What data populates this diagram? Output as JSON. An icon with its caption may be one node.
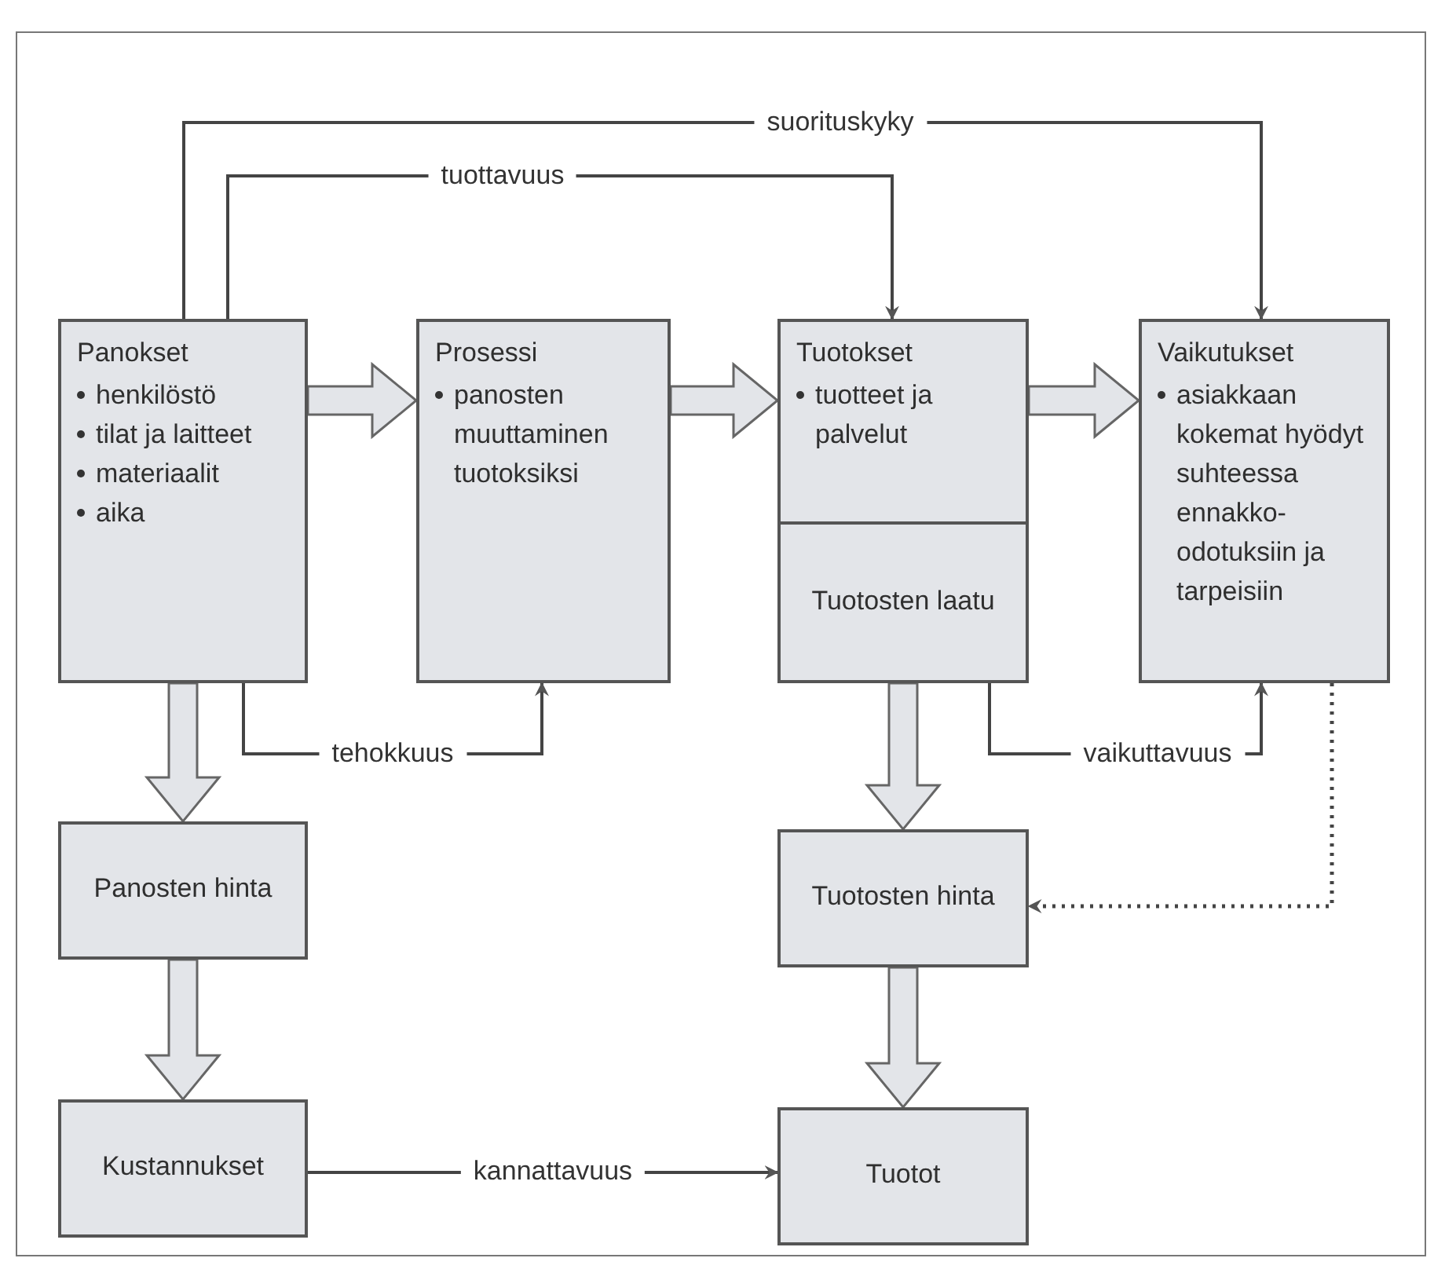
{
  "diagram": {
    "nodes": [
      {
        "text": [
          "Panokset",
          "henkilöstö",
          "tilat ja laitteet",
          "materiaalit",
          "aika"
        ]
      },
      {
        "text": [
          "Prosessi",
          "panosten muuttaminen tuotoksiksi"
        ]
      },
      {
        "text": [
          "Tuotokset",
          "tuotteet ja palvelut"
        ]
      },
      {
        "text": [
          "Tuotosten laatu"
        ]
      },
      {
        "text": [
          "Vaikutukset",
          "asiakkaan kokemat hyödyt suhteessa ennakko-odotuksiin ja tarpeisiin"
        ]
      },
      {
        "text": [
          "Panosten hinta"
        ]
      },
      {
        "text": [
          "Tuotosten hinta"
        ]
      },
      {
        "text": [
          "Kustannukset"
        ]
      },
      {
        "text": [
          "Tuotot"
        ]
      }
    ],
    "edges": [
      {
        "from": 0,
        "to": 4,
        "arrow": "to",
        "label": "suorituskyky"
      },
      {
        "from": 0,
        "to": 2,
        "arrow": "to",
        "label": "tuottavuus"
      },
      {
        "from": 0,
        "to": 1,
        "arrow": "to",
        "style": "thick"
      },
      {
        "from": 1,
        "to": 2,
        "arrow": "to",
        "style": "thick"
      },
      {
        "from": 2,
        "to": 4,
        "arrow": "to",
        "style": "thick"
      },
      {
        "from": 0,
        "to": 1,
        "arrow": "to",
        "label": "tehokkuus"
      },
      {
        "from": 3,
        "to": 4,
        "arrow": "to",
        "label": "vaikuttavuus"
      },
      {
        "from": 0,
        "to": 5,
        "arrow": "to",
        "style": "thick"
      },
      {
        "from": 3,
        "to": 6,
        "arrow": "to",
        "style": "thick"
      },
      {
        "from": 4,
        "to": 6,
        "arrow": "to",
        "style": "dashed"
      },
      {
        "from": 5,
        "to": 7,
        "arrow": "to",
        "style": "thick"
      },
      {
        "from": 6,
        "to": 8,
        "arrow": "to",
        "style": "thick"
      },
      {
        "from": 7,
        "to": 8,
        "arrow": "to",
        "label": "kannattavuus"
      }
    ]
  }
}
